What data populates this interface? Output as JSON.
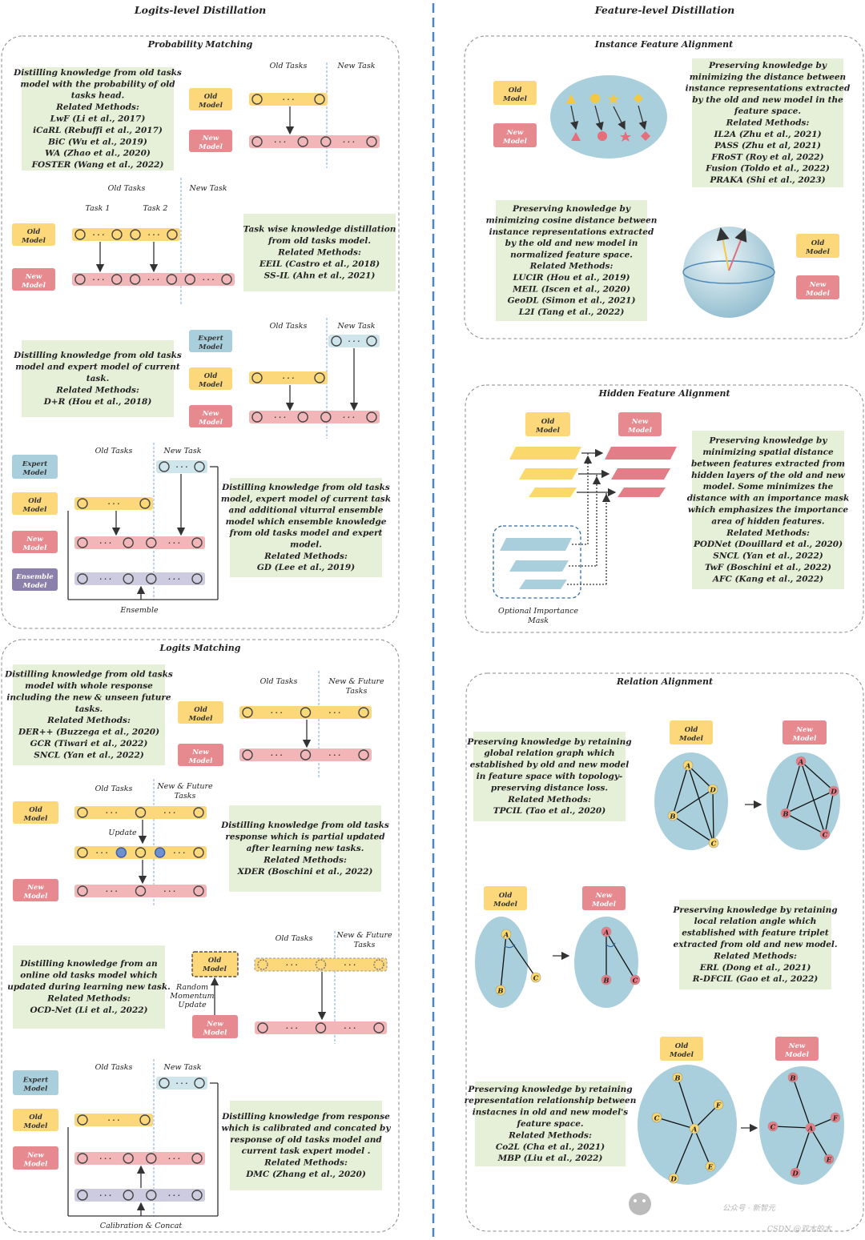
{
  "titles": {
    "logits_level": "Logits-level Distillation",
    "feature_level": "Feature-level Distillation"
  },
  "panels": {
    "prob_matching": "Probability Matching",
    "logits_matching": "Logits Matching",
    "instance_feature": "Instance Feature Alignment",
    "hidden_feature": "Hidden Feature Alignment",
    "relation": "Relation Alignment"
  },
  "models": {
    "old": [
      "Old",
      "Model"
    ],
    "new": [
      "New",
      "Model"
    ],
    "expert": [
      "Expert",
      "Model"
    ],
    "ensemble": [
      "Ensemble",
      "Model"
    ]
  },
  "labels": {
    "old_tasks": "Old Tasks",
    "new_task": "New Task",
    "task1": "Task 1",
    "task2": "Task 2",
    "new_future": [
      "New & Future",
      "Tasks"
    ],
    "ensemble": "Ensemble",
    "update": "Update",
    "random_momentum": [
      "Random",
      "Momentum",
      "Update"
    ],
    "calibration": "Calibration & Concat",
    "optional_mask": [
      "Optional Importance",
      "Mask"
    ],
    "dots": "· · ·"
  },
  "descriptions": {
    "pm1": [
      "Distilling knowledge from old tasks",
      "model with the probability of old",
      "tasks head.",
      "Related Methods:",
      "LwF (Li et al., 2017)",
      "iCaRL (Rebuffi et al., 2017)",
      "BiC (Wu et al., 2019)",
      "WA (Zhao et al., 2020)",
      "FOSTER (Wang et al., 2022)"
    ],
    "pm2": [
      "Task wise knowledge distillation",
      "from old tasks model.",
      "Related Methods:",
      "EEIL (Castro et al., 2018)",
      "SS-IL (Ahn et al., 2021)"
    ],
    "pm3": [
      "Distilling knowledge from old tasks",
      "model and expert model of current",
      "task.",
      "Related Methods:",
      "D+R (Hou et al., 2018)"
    ],
    "pm4": [
      "Distilling knowledge from old tasks",
      "model, expert model of current task",
      "and additional viturral ensemble",
      "model which ensemble knowledge",
      "from old tasks model and expert",
      "model.",
      "Related Methods:",
      "GD (Lee et al., 2019)"
    ],
    "lm1": [
      "Distilling knowledge from old tasks",
      "model with whole response",
      "including the new & unseen future",
      "tasks.",
      "Related Methods:",
      "DER++ (Buzzega et al., 2020)",
      "GCR (Tiwari et al., 2022)",
      "SNCL (Yan et al., 2022)"
    ],
    "lm2": [
      "Distilling knowledge from old tasks",
      "response which is partial updated",
      "after learning new tasks.",
      "Related Methods:",
      "XDER (Boschini et al., 2022)"
    ],
    "lm3": [
      "Distilling knowledge from an",
      "online old tasks model which",
      "updated during learning new task.",
      "Related Methods:",
      "OCD-Net (Li et al., 2022)"
    ],
    "lm4": [
      "Distilling knowledge from response",
      "which is calibrated and concated by",
      "response of old tasks model and",
      "current task expert model .",
      "Related Methods:",
      "DMC (Zhang et al., 2020)"
    ],
    "if1": [
      "Preserving knowledge by",
      "minimizing the distance between",
      "instance representations extracted",
      "by the old and new model in the",
      "feature space.",
      "Related Methods:",
      "IL2A (Zhu et al., 2021)",
      "PASS (Zhu et al, 2021)",
      "FRoST (Roy et al, 2022)",
      "Fusion (Toldo et al., 2022)",
      "PRAKA (Shi et al., 2023)"
    ],
    "if2": [
      "Preserving knowledge by",
      "minimizing cosine distance between",
      "instance representations extracted",
      "by the old and new model in",
      "normalized feature space.",
      "Related Methods:",
      "LUCIR (Hou et al., 2019)",
      "MEIL (Iscen et al., 2020)",
      "GeoDL (Simon et al., 2021)",
      "L2I (Tang et al., 2022)"
    ],
    "hf1": [
      "Preserving knowledge by",
      "minimizing spatial distance",
      "between features extracted from",
      "hidden layers of the old and new",
      "model. Some  minimizes the",
      "distance with an importance mask",
      "which emphasizes the importance",
      "area of hidden features.",
      "Related Methods:",
      "PODNet (Douillard et al., 2020)",
      "SNCL (Yan et al., 2022)",
      "TwF (Boschini et al., 2022)",
      "AFC (Kang et al., 2022)"
    ],
    "ra1": [
      "Preserving knowledge by retaining",
      "global relation graph which",
      "established by old and new model",
      "in feature space with topology-",
      "preserving distance loss.",
      "Related Methods:",
      "TPCIL (Tao et al., 2020)"
    ],
    "ra2": [
      "Preserving knowledge by retaining",
      "local relation angle which",
      "established with feature triplet",
      "extracted from old and new model.",
      "Related Methods:",
      "ERL (Dong et al., 2021)",
      "R-DFCIL (Gao et al., 2022)"
    ],
    "ra3": [
      "Preserving knowledge by retaining",
      "representation relationship between",
      "instacnes in old and new model's",
      "feature space.",
      "Related Methods:",
      "Co2L (Cha et al., 2021)",
      "MBP (Liu et al., 2022)"
    ]
  },
  "nodes": {
    "abcd": [
      "A",
      "B",
      "C",
      "D"
    ],
    "abc": [
      "A",
      "B",
      "C"
    ],
    "abcdef": [
      "A",
      "B",
      "C",
      "D",
      "E",
      "F"
    ]
  },
  "watermark": "公众号 · 新智元",
  "watermark2": "CSDN @双木的木",
  "colors": {
    "old_model": "#fdd87a",
    "new_model": "#e68a8f",
    "expert_model": "#a9cfdc",
    "ensemble_model": "#8b80ab",
    "desc_box": "#e6efd8",
    "feature_blob": "#a9cfdc",
    "divider": "#4a87c4"
  }
}
